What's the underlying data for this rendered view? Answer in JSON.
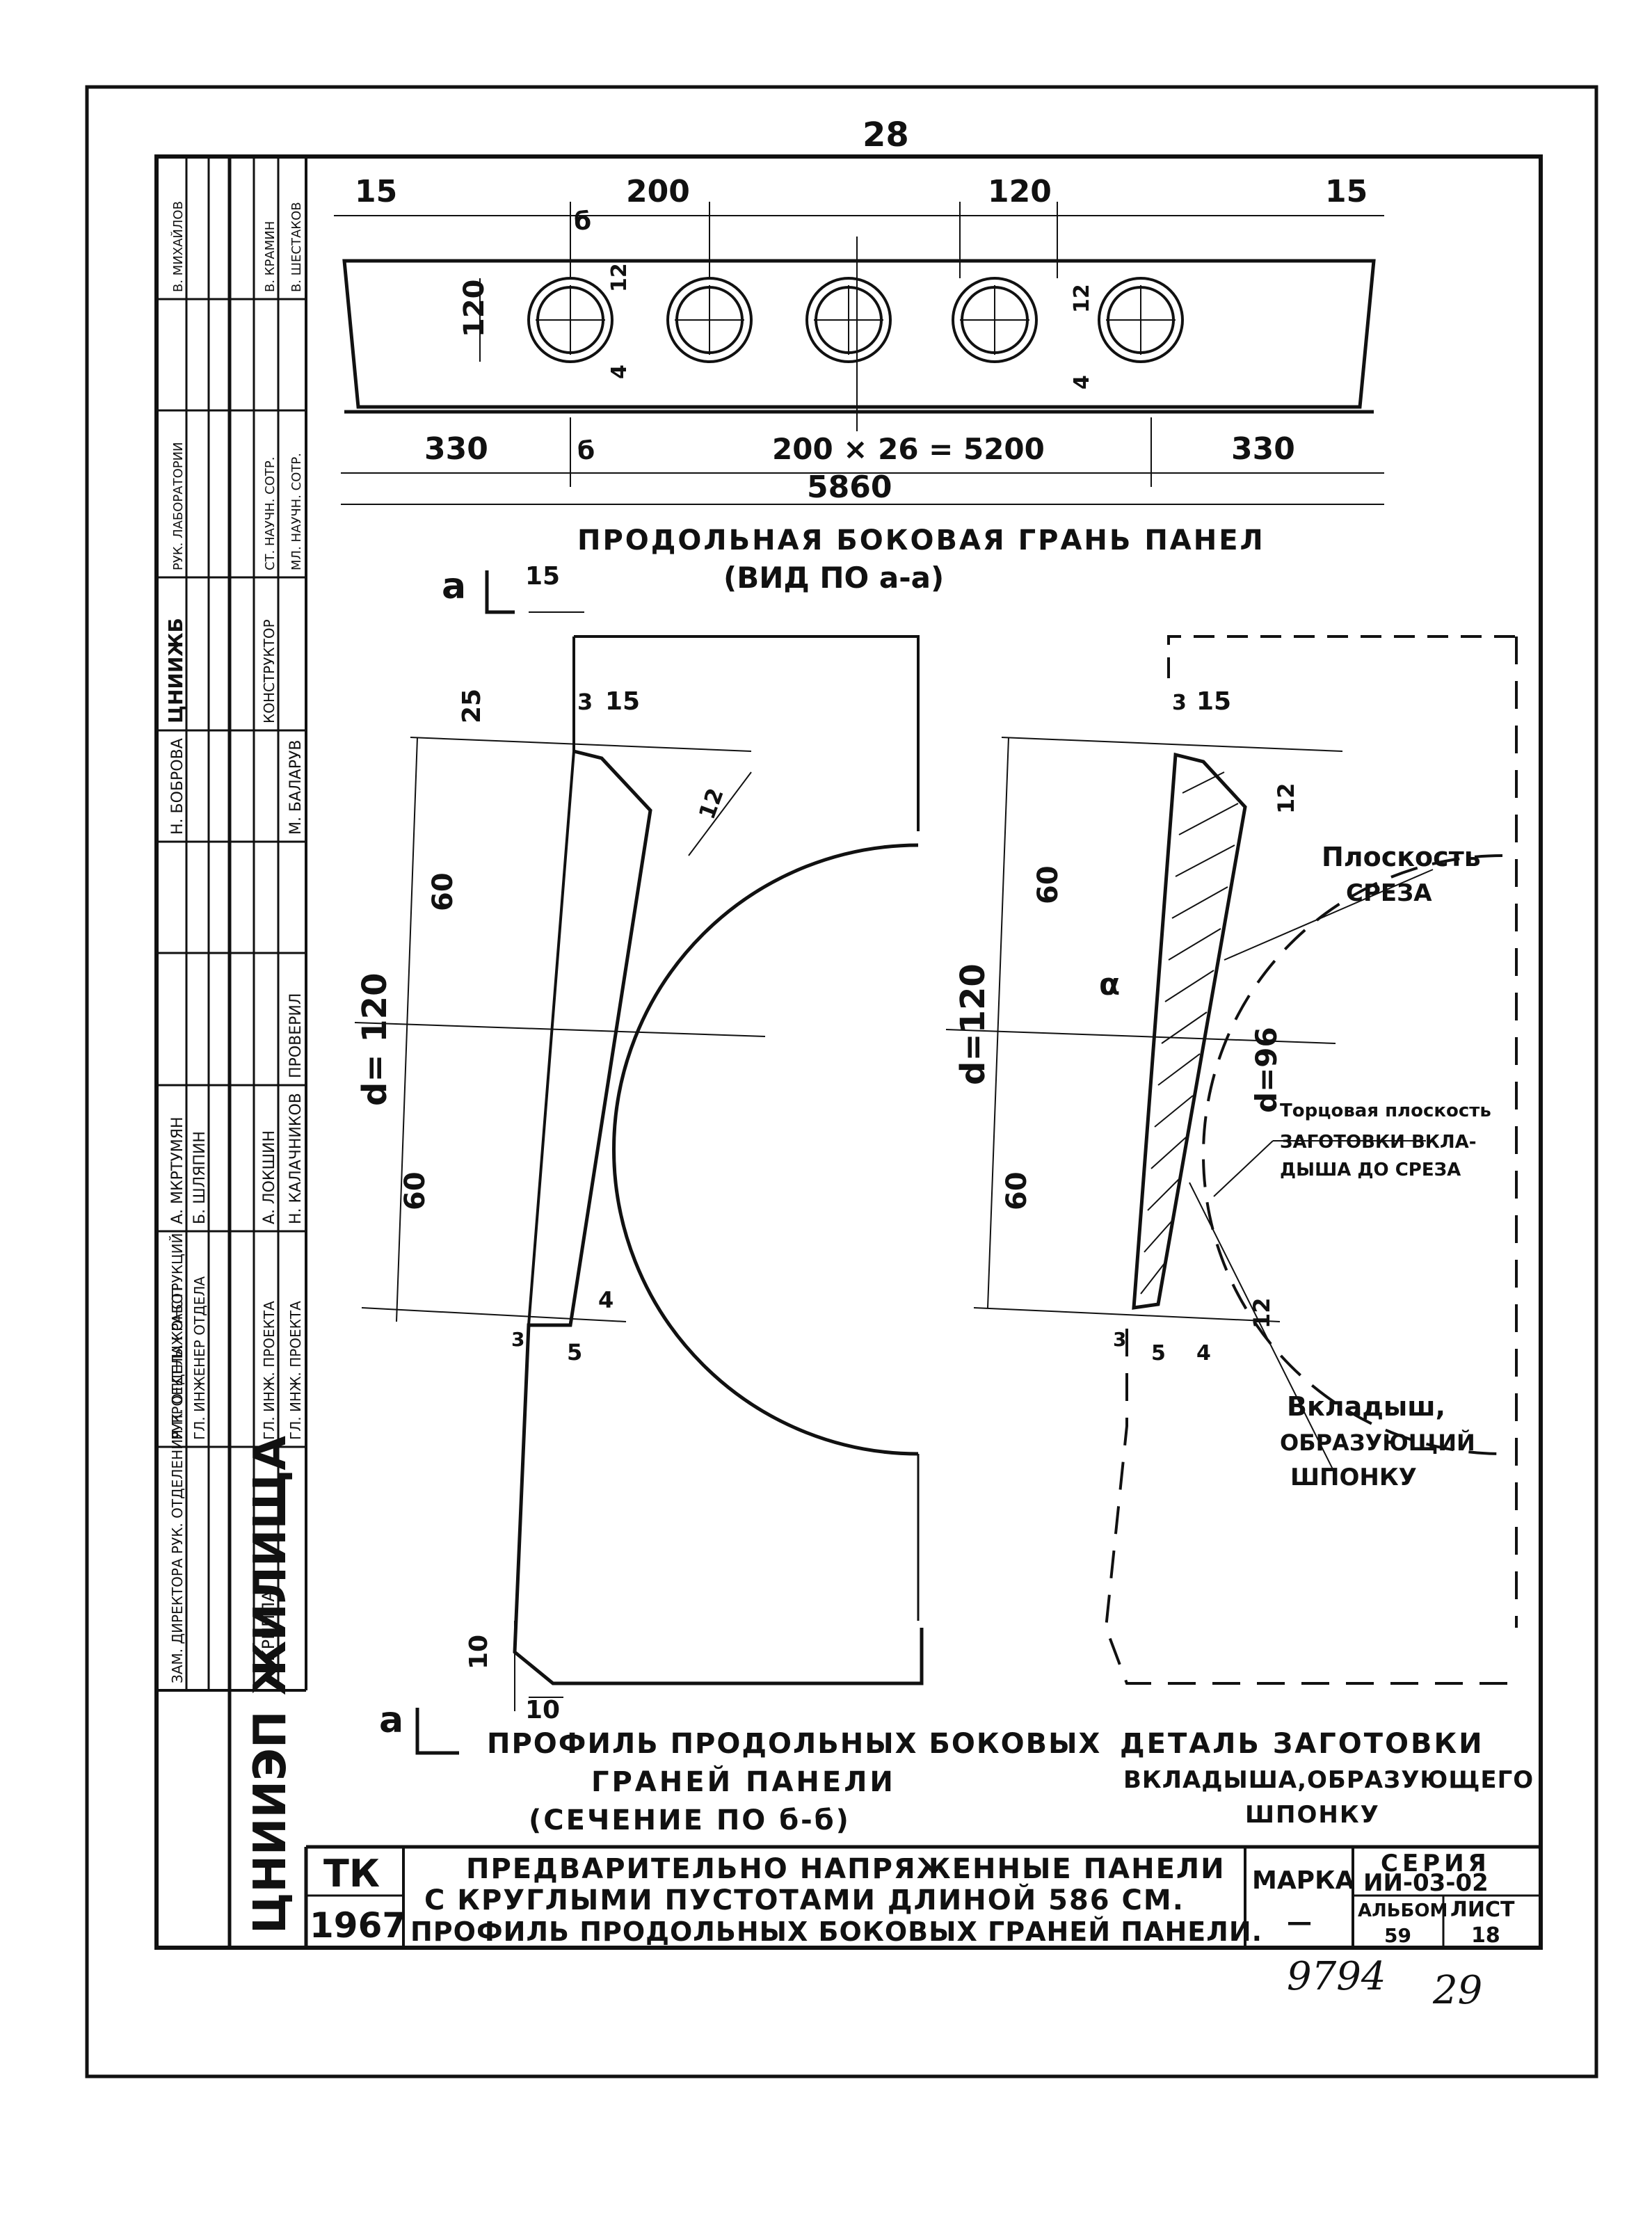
{
  "page_number": "28",
  "top_view": {
    "dims_top": [
      "15",
      "200",
      "120",
      "15"
    ],
    "dim_left_120": "120",
    "dim_12_a": "12",
    "dim_4_a": "4",
    "dim_12_b": "12",
    "dim_4_b": "4",
    "section_mark_top": "б",
    "section_mark_bottom": "б",
    "dims_bottom": [
      "330",
      "200 × 26 = 5200",
      "330"
    ],
    "overall": "5860",
    "title": "ПРОДОЛЬНАЯ БОКОВАЯ ГРАНЬ ПАНЕЛ",
    "subtitle": "(ВИД ПО а-а)"
  },
  "profile_view": {
    "section_letter": "a",
    "dims": {
      "d15_top": "15",
      "d25": "25",
      "d3": "3",
      "d15": "15",
      "d12": "12",
      "d60_top": "60",
      "d_total": "d= 120",
      "d60_bot": "60",
      "d4": "4",
      "d5": "5",
      "d3b": "3",
      "d10_left": "10",
      "d10_bot": "10"
    },
    "caption_line1": "ПРОФИЛЬ ПРОДОЛЬНЫХ БОКОВЫХ",
    "caption_line2": "ГРАНЕЙ ПАНЕЛИ",
    "caption_line3": "(СЕЧЕНИЕ ПО б-б)"
  },
  "detail_view": {
    "dims": {
      "d3": "3",
      "d15": "15",
      "d12_top": "12",
      "d60_top": "60",
      "d_total": "d=120",
      "d60_bot": "60",
      "d96": "d=96",
      "d12_bot": "12",
      "d4": "4",
      "d5": "5",
      "d3b": "3",
      "angle": "α"
    },
    "label_plane_cut_1": "Плоскость",
    "label_plane_cut_2": "СРЕЗА",
    "label_end_plane_1": "Торцовая плоскость",
    "label_end_plane_2": "ЗАГОТОВКИ ВКЛА-",
    "label_end_plane_3": "ДЫША ДО СРЕЗА",
    "label_insert_1": "Вкладыш,",
    "label_insert_2": "ОБРАЗУЮЩИЙ",
    "label_insert_3": "ШПОНКУ",
    "caption_line1": "ДЕТАЛЬ ЗАГОТОВКИ",
    "caption_line2": "ВКЛАДЫША,ОБРАЗУЮЩЕГО",
    "caption_line3": "ШПОНКУ"
  },
  "left_stamp": {
    "org": "ЦНИИЭП ЖИЛИЩА",
    "roles": [
      "ЗАМ. ДИРЕКТОРА РУК. ОТДЕЛЕНИЯ ПРОЕКТНЫХ РАБОТ",
      "РУК. ОТДЕЛА КОНСТРУКЦИЙ",
      "ГЛ. ИНЖЕНЕР ОТДЕЛА",
      "ГЛ. ИНЖ. ПРОЕКТА",
      "ГЛ. ИНЖ. ПРОЕКТА"
    ],
    "names": [
      "А. КРИППА",
      "А. МКРТУМЯН",
      "Б. ШЛЯПИН",
      "А. ЛОКШИН",
      "Н. КАЛАЧНИКОВ"
    ],
    "check": "ПРОВЕРИЛ",
    "names2": [
      "Н. БОБРОВА",
      "М. БАЛАРУВ"
    ],
    "inst": "ЦНИИЖБ",
    "inst2": "КОНСТРУКТОР",
    "roles2": [
      "РУК. ЛАБОРАТОРИИ",
      "СТ. НАУЧН. СОТР.",
      "МЛ. НАУЧН. СОТР."
    ],
    "names3": [
      "В. МИХАЙЛОВ",
      "В. КРАМИН",
      "В. ШЕСТАКОВ"
    ]
  },
  "title_block": {
    "code_top": "ТК",
    "code_bottom": "1967",
    "title_line1": "ПРЕДВАРИТЕЛЬНО НАПРЯЖЕННЫЕ ПАНЕЛИ",
    "title_line2": "С КРУГЛЫМИ ПУСТОТАМИ ДЛИНОЙ 586 СМ.",
    "title_line3": "ПРОФИЛЬ ПРОДОЛЬНЫХ БОКОВЫХ ГРАНЕЙ ПАНЕЛИ.",
    "mark_label": "МАРКА",
    "mark_value": "—",
    "series_label": "СЕРИЯ",
    "series_value": "ИИ-03-02",
    "album_label": "АЛЬБОМ",
    "album_value": "59",
    "sheet_label": "ЛИСТ",
    "sheet_value": "18"
  },
  "handwritten_1": "9794",
  "handwritten_2": "29"
}
